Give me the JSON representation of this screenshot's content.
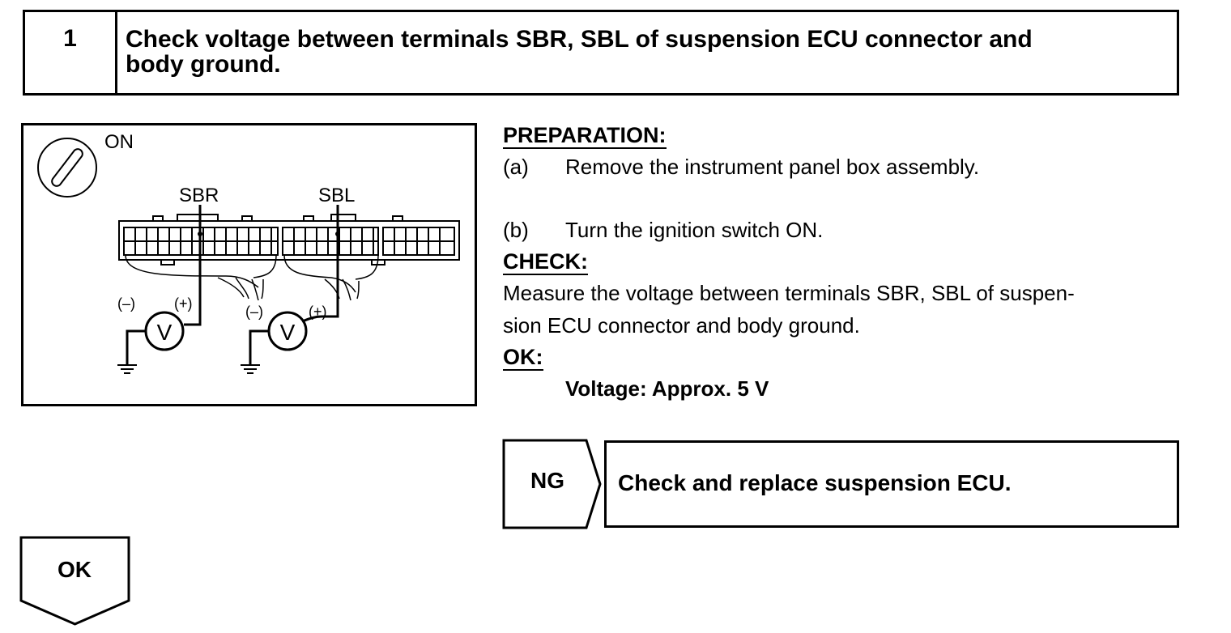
{
  "step": {
    "number": "1",
    "title_line1": "Check voltage between terminals SBR, SBL of suspension ECU connector and",
    "title_line2": "body ground."
  },
  "figure": {
    "ignition_label": "ON",
    "terminal_left": "SBR",
    "terminal_right": "SBL",
    "minus_sign": "(–)",
    "plus_sign": "(+)",
    "meter_symbol": "V"
  },
  "preparation": {
    "heading": "PREPARATION:",
    "item_a_letter": "(a)",
    "item_a_text": "Remove the instrument panel box assembly.",
    "item_b_letter": "(b)",
    "item_b_text": "Turn the ignition switch ON."
  },
  "check": {
    "heading": "CHECK:",
    "line1": "Measure the voltage between terminals SBR, SBL of suspen-",
    "line2": "sion ECU connector and body ground."
  },
  "ok_spec": {
    "heading": "OK:",
    "value": "Voltage: Approx. 5 V"
  },
  "flow": {
    "ng_label": "NG",
    "ng_action": "Check and replace suspension ECU.",
    "ok_label": "OK"
  }
}
